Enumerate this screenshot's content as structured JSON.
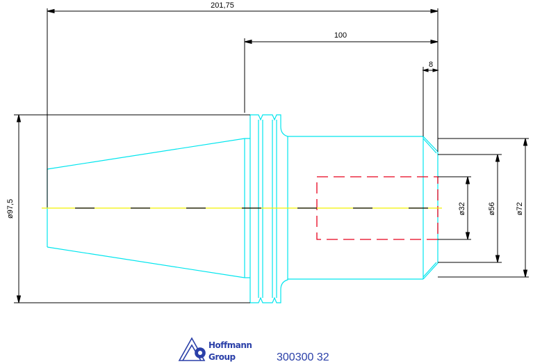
{
  "dimensions": {
    "overall_length": "201,75",
    "flange_to_end": "100",
    "chamfer_length": "8",
    "flange_diameter": "ø97,5",
    "bore_diameter": "ø32",
    "shank_diameter": "ø56",
    "outer_diameter": "ø72"
  },
  "title_block": {
    "brand_line1": "Hoffmann",
    "brand_line2": "Group",
    "part_number": "300300 32"
  },
  "colors": {
    "outline": "#00e5ee",
    "centerline_yellow": "#f2f200",
    "hidden_bore": "#e8001c",
    "dimension": "#000000",
    "brand": "#2a3fa8"
  }
}
